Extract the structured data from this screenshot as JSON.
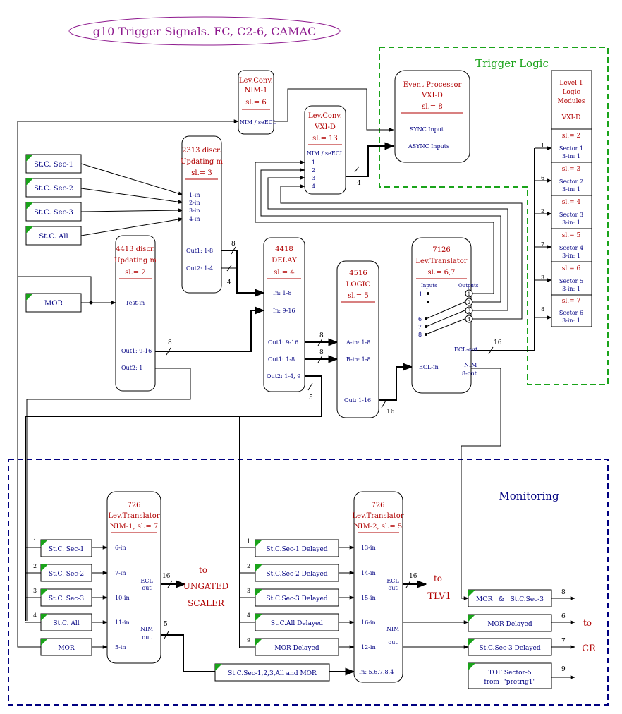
{
  "title": "g10 Trigger Signals.  FC, C2-6, CAMAC",
  "regions": {
    "trigger_logic": "Trigger Logic",
    "monitoring": "Monitoring"
  },
  "inputs": {
    "sec1": "St.C. Sec-1",
    "sec2": "St.C. Sec-2",
    "sec3": "St.C. Sec-3",
    "all": "St.C. All",
    "mor": "MOR"
  },
  "modules": {
    "levconv1": {
      "l1": "Lev.Conv.",
      "l2": "NIM-1",
      "l3": "sl.= 6",
      "port": "NIM / seECL"
    },
    "levconv2": {
      "l1": "Lev.Conv.",
      "l2": "VXI-D",
      "l3": "sl.= 13",
      "port": "NIM / seECL",
      "p1": "1",
      "p2": "2",
      "p3": "3",
      "p4": "4"
    },
    "eventproc": {
      "l1": "Event Processor",
      "l2": "VXI-D",
      "l3": "sl.= 8",
      "sync": "SYNC  Input",
      "async": "ASYNC  Inputs"
    },
    "disc2313": {
      "l1": "2313 discr.",
      "l2": "Updating m",
      "l3": "sl.= 3",
      "in1": "1-in",
      "in2": "2-in",
      "in3": "3-in",
      "in4": "4-in",
      "out1": "Out1: 1-8",
      "out2": "Out2: 1-4"
    },
    "disc4413": {
      "l1": "4413 discr.",
      "l2": "Updating m",
      "l3": "sl.= 2",
      "test": "Test-in",
      "out1": "Out1: 9-16",
      "out2": "Out2: 1"
    },
    "delay4418": {
      "l1": "4418",
      "l2": "DELAY",
      "l3": "sl.= 4",
      "in1": "In: 1-8",
      "in2": "In: 9-16",
      "out1": "Out1: 9-16",
      "out2": "Out1: 1-8",
      "out3": "Out2: 1-4, 9"
    },
    "logic4516": {
      "l1": "4516",
      "l2": "LOGIC",
      "l3": "sl.= 5",
      "ain": "A-in: 1-8",
      "bin": "B-in: 1-8",
      "out": "Out: 1-16"
    },
    "trans7126": {
      "l1": "7126",
      "l2": "Lev.Translator",
      "l3": "sl.= 6,7",
      "inputs": "Inputs",
      "outputs": "Outputs",
      "i1": "1",
      "i6": "6",
      "i7": "7",
      "i8": "8",
      "o1": "1",
      "o2": "2",
      "o3": "3",
      "o4": "4",
      "eclout": "ECL-out",
      "eclin": "ECL-in",
      "nim1": "NIM",
      "nim2": "8-out"
    },
    "level1": {
      "l1": "Level 1",
      "l2": "Logic",
      "l3": "Modules",
      "l4": "VXI-D",
      "slots": [
        {
          "sl": "sl.= 2",
          "sector": "Sector 1",
          "in": "3-in: 1"
        },
        {
          "sl": "sl.= 3",
          "sector": "Sector 2",
          "in": "3-in: 1"
        },
        {
          "sl": "sl.= 4",
          "sector": "Sector 3",
          "in": "3-in: 1"
        },
        {
          "sl": "sl.= 5",
          "sector": "Sector 4",
          "in": "3-in: 1"
        },
        {
          "sl": "sl.= 6",
          "sector": "Sector 5",
          "in": "3-in: 1"
        },
        {
          "sl": "sl.= 7",
          "sector": "Sector 6",
          "in": "3-in: 1"
        }
      ]
    },
    "trans726a": {
      "l1": "726",
      "l2": "Lev.Translator",
      "l3": "NIM-1, sl.= 7",
      "in6": "6-in",
      "in7": "7-in",
      "in10": "10-in",
      "in11": "11-in",
      "in5": "5-in",
      "ecl1": "ECL",
      "ecl2": "out",
      "nim1": "NIM",
      "nim2": "out"
    },
    "trans726b": {
      "l1": "726",
      "l2": "Lev.Translator",
      "l3": "NIM-2, sl.= 5",
      "in13": "13-in",
      "in14": "14-in",
      "in15": "15-in",
      "in16": "16-in",
      "in12": "12-in",
      "inlist": "In: 5,6,7,8,4",
      "ecl1": "ECL",
      "ecl2": "out",
      "nim1": "NIM",
      "nim2": "out"
    }
  },
  "wire_labels": {
    "w4a": "4",
    "w8a": "8",
    "w4b": "4",
    "w8b": "8",
    "w8c": "8",
    "w8d": "8",
    "w5a": "5",
    "w16a": "16",
    "w16b": "16",
    "w16c": "16",
    "w16d": "16",
    "w5b": "5",
    "l1": "1",
    "l6": "6",
    "l2": "2",
    "l7": "7",
    "l3": "3",
    "l8": "8"
  },
  "monitor_left": [
    {
      "n": "1",
      "label": "St.C. Sec-1"
    },
    {
      "n": "2",
      "label": "St.C. Sec-2"
    },
    {
      "n": "3",
      "label": "St.C. Sec-3"
    },
    {
      "n": "4",
      "label": "St.C. All"
    },
    {
      "n": "",
      "label": "MOR"
    }
  ],
  "monitor_mid": [
    {
      "n": "1",
      "label": "St.C.Sec-1 Delayed"
    },
    {
      "n": "2",
      "label": "St.C.Sec-2 Delayed"
    },
    {
      "n": "3",
      "label": "St.C.Sec-3 Delayed"
    },
    {
      "n": "4",
      "label": "St.C.All Delayed"
    },
    {
      "n": "9",
      "label": "MOR Delayed"
    }
  ],
  "bus_label": "St.C.Sec-1,2,3,All and MOR",
  "monitor_right": [
    {
      "label": "MOR   &   St.C.Sec-3",
      "n": "8"
    },
    {
      "label": "MOR Delayed",
      "n": "6"
    },
    {
      "label": "St.C.Sec-3 Delayed",
      "n": "7"
    },
    {
      "label1": "TOF Sector-5",
      "label2": "from  \"pretrig1\"",
      "n": "9"
    }
  ],
  "destinations": {
    "to1": "to",
    "scaler1": "UNGATED",
    "scaler2": "SCALER",
    "to2": "to",
    "tlv1": "TLV1",
    "to3": "to",
    "cr": "CR"
  },
  "colors": {
    "module_text": "#b00000",
    "port_text": "#000080",
    "title": "#8e1a8e",
    "trigger_box": "#1aa31a",
    "monitor_box": "#000080",
    "input_flag": "#1aa31a"
  }
}
